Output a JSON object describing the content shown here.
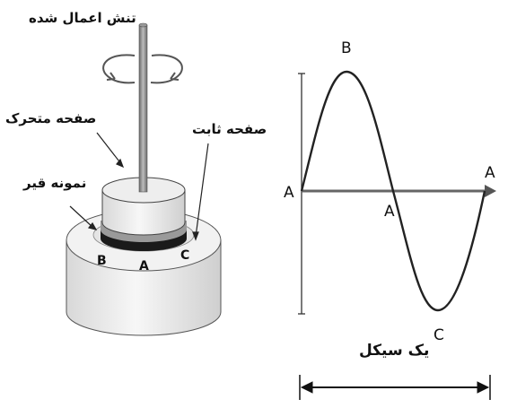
{
  "apparatus": {
    "applied_stress_label": "تنش اعمال شده",
    "moving_plate_label": "صفحه متحرک",
    "fixed_plate_label": "صفحه ثابت",
    "bitumen_sample_label": "نمونه قیر",
    "point_b": "B",
    "point_a": "A",
    "point_c": "C",
    "rotation_icon": "rotation-arrows-icon"
  },
  "waveform": {
    "point_a_left": "A",
    "point_b_peak": "B",
    "point_a_middle": "A",
    "point_c_trough": "C",
    "point_a_right": "A",
    "one_cycle_label": "یک سیکل"
  },
  "colors": {
    "line": "#222222",
    "axis": "#555555",
    "plate_fill": "#e9e9e9",
    "sample_band": "#111111"
  }
}
